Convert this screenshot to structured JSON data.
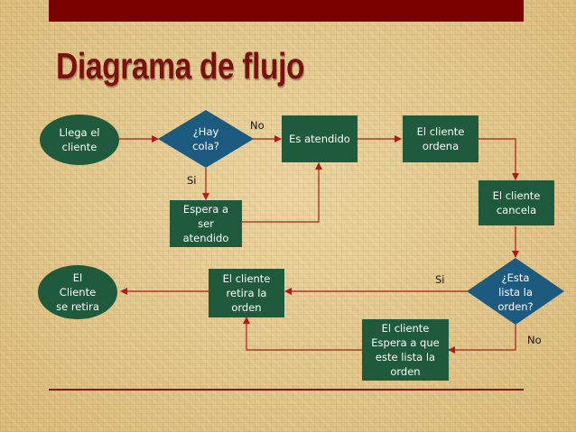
{
  "slide": {
    "title": "Diagrama de flujo"
  },
  "colors": {
    "top_bar": "#7b0000",
    "title": "#7b1010",
    "process_fill": "#1f5a3c",
    "decision_fill": "#1d5a80",
    "connector": "#b01a1a",
    "background": "#e4c98d"
  },
  "nodes": {
    "start": "Llega el\ncliente",
    "decision_queue": "¿Hay\ncola?",
    "attended": "Es atendido",
    "client_orders": "El  cliente\nordena",
    "client_pays": "El cliente\ncancela",
    "wait": "Espera a\nser\natendido",
    "decision_ready": "¿Esta\nlista la\norden?",
    "wait_order": "El cliente\nEspera a que\neste lista la\norden",
    "pickup": "El cliente\nretira la\norden",
    "end": "El\nCliente\nse retira"
  },
  "edge_labels": {
    "queue_no": "No",
    "queue_si": "Si",
    "ready_si": "Si",
    "ready_no": "No"
  }
}
